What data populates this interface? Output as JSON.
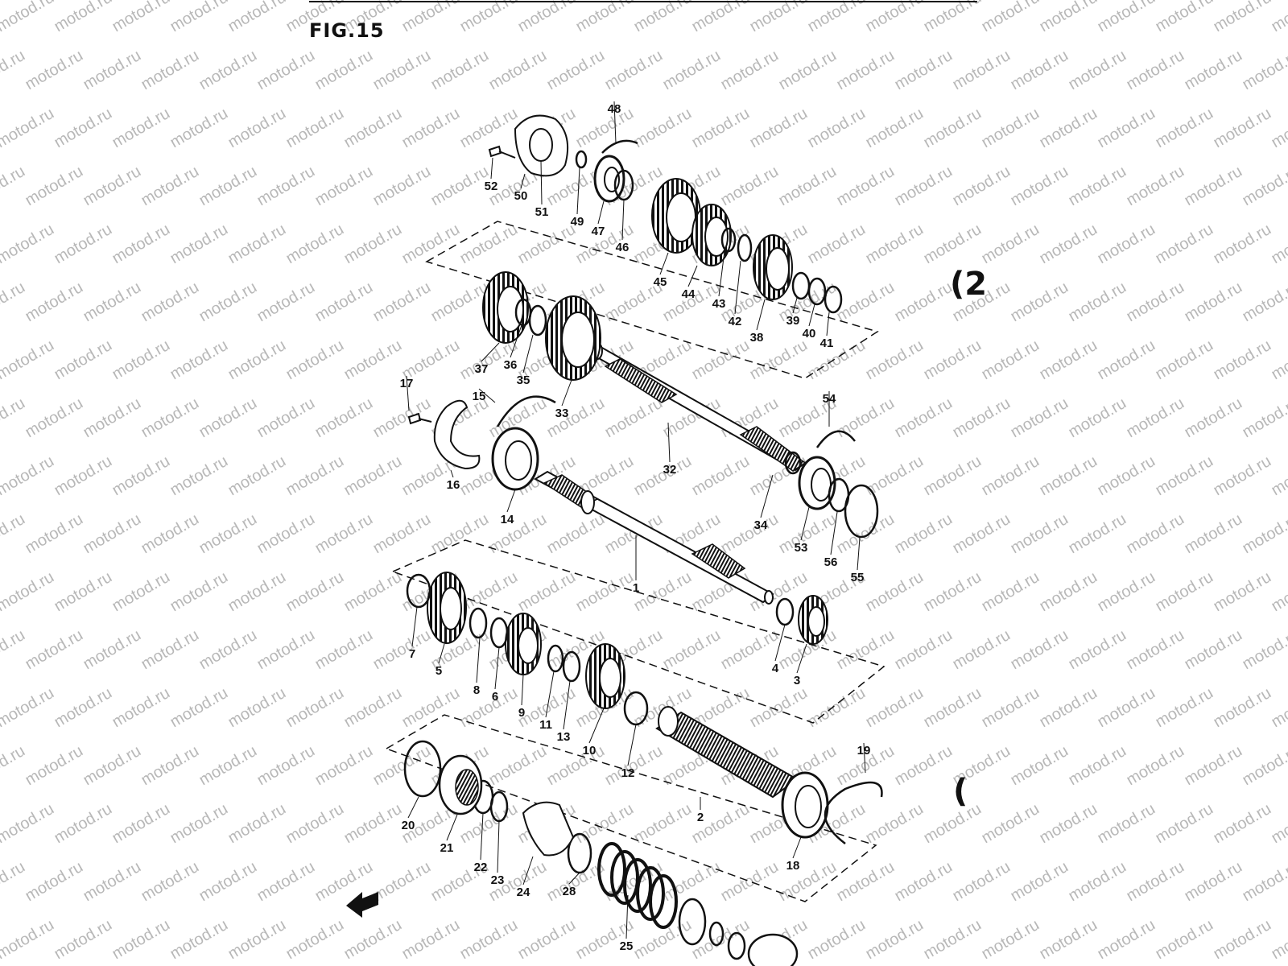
{
  "figure": {
    "title": "FIG.15",
    "watermark": "motod.ru",
    "edge_marks": [
      "(2",
      "("
    ]
  },
  "parts": [
    {
      "label": "1"
    },
    {
      "label": "2"
    },
    {
      "label": "3"
    },
    {
      "label": "4"
    },
    {
      "label": "5"
    },
    {
      "label": "6"
    },
    {
      "label": "7"
    },
    {
      "label": "8"
    },
    {
      "label": "9"
    },
    {
      "label": "10"
    },
    {
      "label": "11"
    },
    {
      "label": "12"
    },
    {
      "label": "13"
    },
    {
      "label": "14"
    },
    {
      "label": "15"
    },
    {
      "label": "16"
    },
    {
      "label": "17"
    },
    {
      "label": "18"
    },
    {
      "label": "19"
    },
    {
      "label": "20"
    },
    {
      "label": "21"
    },
    {
      "label": "22"
    },
    {
      "label": "23"
    },
    {
      "label": "24"
    },
    {
      "label": "25"
    },
    {
      "label": "28"
    },
    {
      "label": "32"
    },
    {
      "label": "33"
    },
    {
      "label": "34"
    },
    {
      "label": "35"
    },
    {
      "label": "36"
    },
    {
      "label": "37"
    },
    {
      "label": "38"
    },
    {
      "label": "39"
    },
    {
      "label": "40"
    },
    {
      "label": "41"
    },
    {
      "label": "42"
    },
    {
      "label": "43"
    },
    {
      "label": "44"
    },
    {
      "label": "45"
    },
    {
      "label": "46"
    },
    {
      "label": "47"
    },
    {
      "label": "48"
    },
    {
      "label": "49"
    },
    {
      "label": "50"
    },
    {
      "label": "51"
    },
    {
      "label": "52"
    },
    {
      "label": "53"
    },
    {
      "label": "54"
    },
    {
      "label": "55"
    },
    {
      "label": "56"
    }
  ],
  "colors": {
    "ink": "#111111",
    "watermark": "#b8b8b8",
    "background": "#ffffff"
  }
}
